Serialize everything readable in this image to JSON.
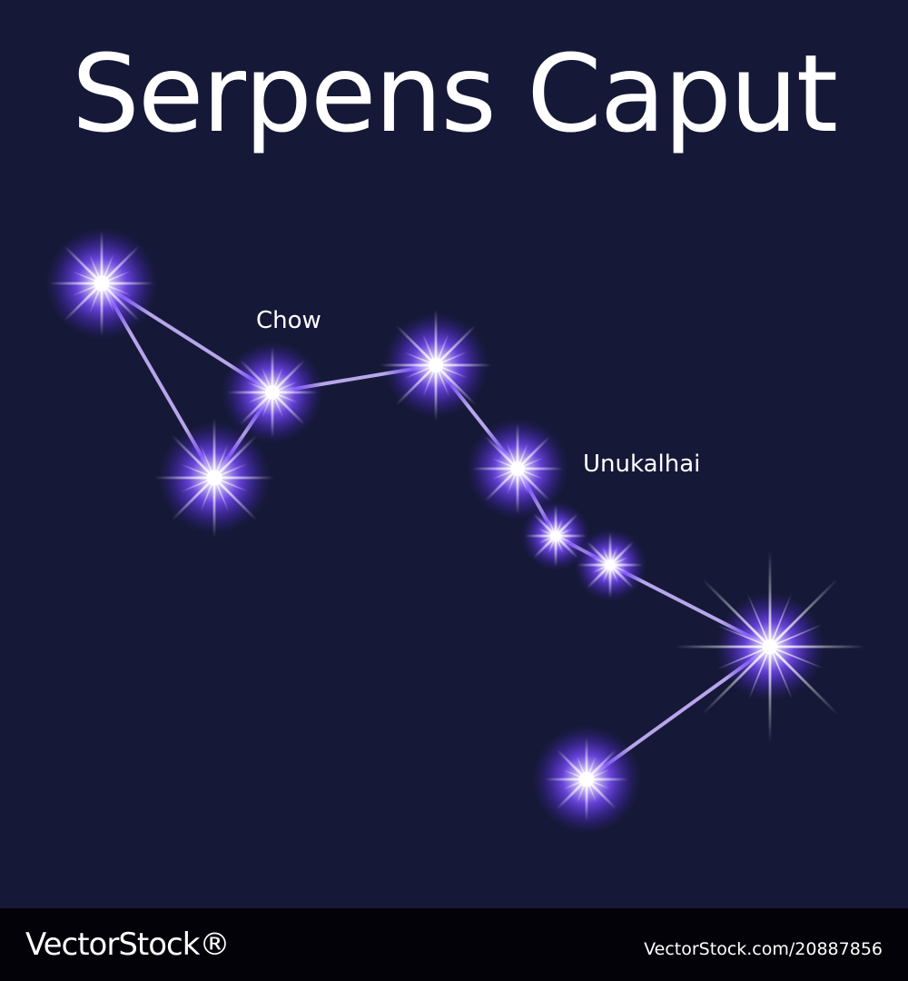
{
  "title": "Serpens Caput",
  "colors": {
    "background": "#151937",
    "star_core": "#ffffff",
    "star_glow": "#7a4dff",
    "line": "#c9b6ff",
    "text": "#ffffff",
    "footer": "#020208"
  },
  "stars": [
    {
      "id": "s1",
      "icon": "bright-star-icon"
    },
    {
      "id": "chow",
      "label": "Chow",
      "icon": "star-icon"
    },
    {
      "id": "s3",
      "icon": "bright-star-icon"
    },
    {
      "id": "s4",
      "icon": "star-icon"
    },
    {
      "id": "unukalhai",
      "label": "Unukalhai",
      "icon": "star-icon"
    },
    {
      "id": "s6",
      "icon": "small-star-icon"
    },
    {
      "id": "s7",
      "icon": "small-star-icon"
    },
    {
      "id": "s8",
      "icon": "brightest-star-icon"
    },
    {
      "id": "s9",
      "icon": "star-icon"
    }
  ],
  "links": [
    [
      "s1",
      "chow"
    ],
    [
      "s1",
      "s3"
    ],
    [
      "chow",
      "s3"
    ],
    [
      "chow",
      "s4"
    ],
    [
      "s4",
      "unukalhai"
    ],
    [
      "unukalhai",
      "s6"
    ],
    [
      "s6",
      "s7"
    ],
    [
      "s7",
      "s8"
    ],
    [
      "s8",
      "s9"
    ]
  ],
  "watermark": {
    "left": "VectorStock®",
    "right": "VectorStock.com/20887856"
  }
}
